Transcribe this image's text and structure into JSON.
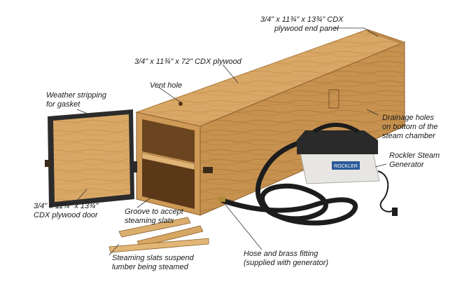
{
  "callouts": {
    "end_panel": {
      "line1": "3/4\" x 11¾\" x 13¾\" CDX",
      "line2": "plywood end panel"
    },
    "side_panel": {
      "line1": "3/4\" x 11¾\" x 72\" CDX plywood"
    },
    "vent_hole": {
      "line1": "Vent hole"
    },
    "weather_stripping": {
      "line1": "Weather stripping",
      "line2": "for gasket"
    },
    "drainage_holes": {
      "line1": "Drainage holes",
      "line2": "on bottom of the",
      "line3": "steam chamber"
    },
    "steam_generator": {
      "line1": "Rockler Steam",
      "line2": "Generator"
    },
    "door": {
      "line1": "3/4\" x 11¾\" x 13¾\"",
      "line2": "CDX plywood door"
    },
    "groove": {
      "line1": "Groove to accept",
      "line2": "steaming slats"
    },
    "slats": {
      "line1": "Steaming slats suspend",
      "line2": "lumber being steamed"
    },
    "hose": {
      "line1": "Hose and brass fitting",
      "line2": "(supplied with generator)"
    }
  },
  "generator_badge": "ROCKLER",
  "colors": {
    "plywood": "#d9a866",
    "plywood_dark": "#b9874a",
    "plywood_shadow": "#8a5f2e",
    "interior": "#6b4420",
    "gasket": "#2b2b2b",
    "hose": "#1c1c1c",
    "generator_top": "#2a2a2a",
    "generator_tank": "#e8e6e2",
    "leader": "#333333"
  }
}
